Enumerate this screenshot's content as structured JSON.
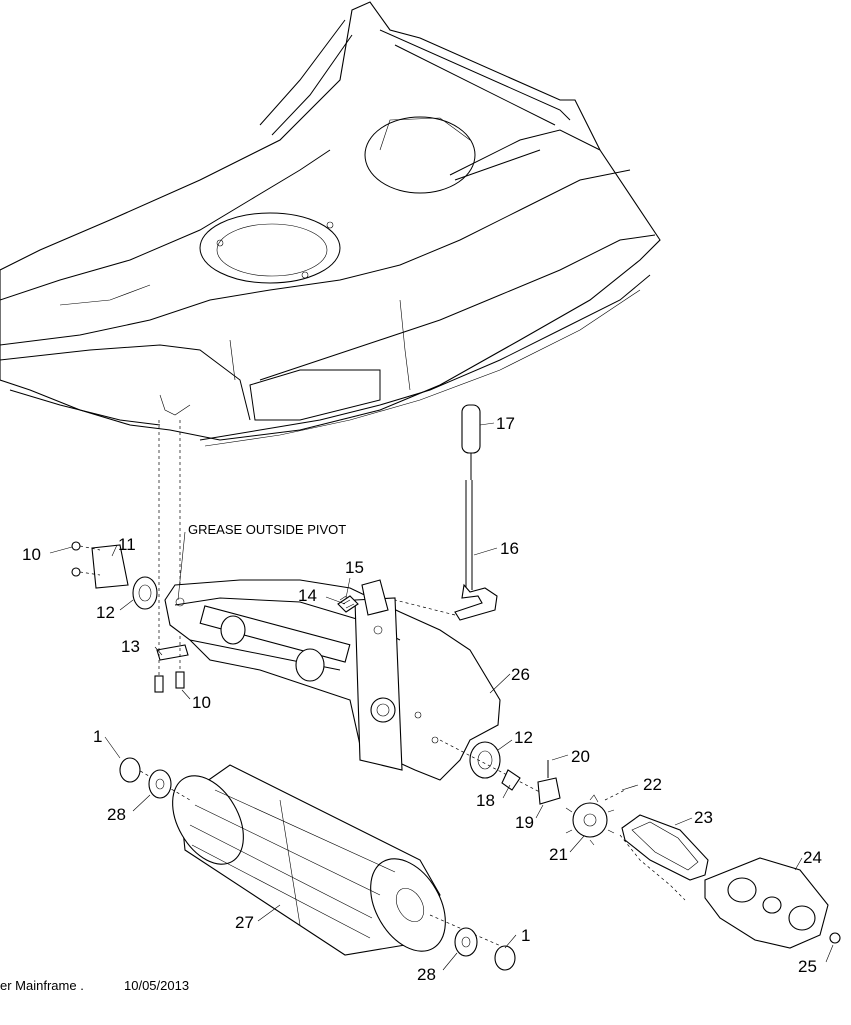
{
  "callouts": [
    {
      "id": "c10a",
      "text": "10"
    },
    {
      "id": "c11",
      "text": "11"
    },
    {
      "id": "c12a",
      "text": "12"
    },
    {
      "id": "c13",
      "text": "13"
    },
    {
      "id": "c10b",
      "text": "10"
    },
    {
      "id": "c15",
      "text": "15"
    },
    {
      "id": "c14",
      "text": "14"
    },
    {
      "id": "c16",
      "text": "16"
    },
    {
      "id": "c17",
      "text": "17"
    },
    {
      "id": "c26",
      "text": "26"
    },
    {
      "id": "c12b",
      "text": "12"
    },
    {
      "id": "c20",
      "text": "20"
    },
    {
      "id": "c22",
      "text": "22"
    },
    {
      "id": "c18",
      "text": "18"
    },
    {
      "id": "c19",
      "text": "19"
    },
    {
      "id": "c23",
      "text": "23"
    },
    {
      "id": "c21",
      "text": "21"
    },
    {
      "id": "c24",
      "text": "24"
    },
    {
      "id": "c1a",
      "text": "1"
    },
    {
      "id": "c28a",
      "text": "28"
    },
    {
      "id": "c27",
      "text": "27"
    },
    {
      "id": "c1b",
      "text": "1"
    },
    {
      "id": "c28b",
      "text": "28"
    },
    {
      "id": "c25",
      "text": "25"
    }
  ],
  "note": "GREASE OUTSIDE PIVOT",
  "footer": {
    "title": "er Mainframe  .",
    "date": "10/05/2013"
  }
}
